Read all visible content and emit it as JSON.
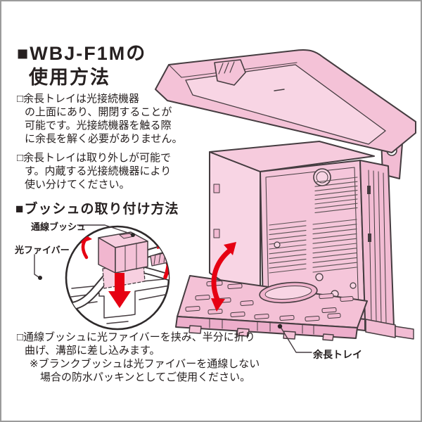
{
  "page": {
    "frame_color": "#9b9b9b",
    "background": "#ffffff"
  },
  "colors": {
    "pink": "#F4C2D7",
    "pink_light": "#F8D5E4",
    "pink_dark": "#EDAECB",
    "outline": "#453C40",
    "accent_red": "#E60012",
    "text": "#262020"
  },
  "headings": {
    "main_line1": "■WBJ-F1Mの",
    "main_line2": "使用方法",
    "bushing": "■ブッシュの取り付け方法"
  },
  "paragraphs": {
    "tray_open": {
      "lines": [
        "□余長トレイは光接続機器",
        "の上面にあり、開閉することが",
        "可能です。光接続機器を触る際",
        "に余長を解く必要がありません。"
      ]
    },
    "tray_removable": {
      "lines": [
        "□余長トレイは取り外しが可能で",
        "す。内蔵する光接続機器により",
        "使い分けてください。"
      ]
    },
    "bushing_howto": {
      "lines": [
        "□通線ブッシュに光ファイバーを挟み、半分に折り",
        "曲げ、溝部に差し込みます。",
        "※ブランクブッシュは光ファイバーを通線しない",
        "場合の防水パッキンとしてご使用ください。"
      ]
    }
  },
  "labels": {
    "tsusen_bushing": "通線ブッシュ",
    "optical_fiber": "光ファイバー",
    "surplus_tray": "余長トレイ"
  }
}
